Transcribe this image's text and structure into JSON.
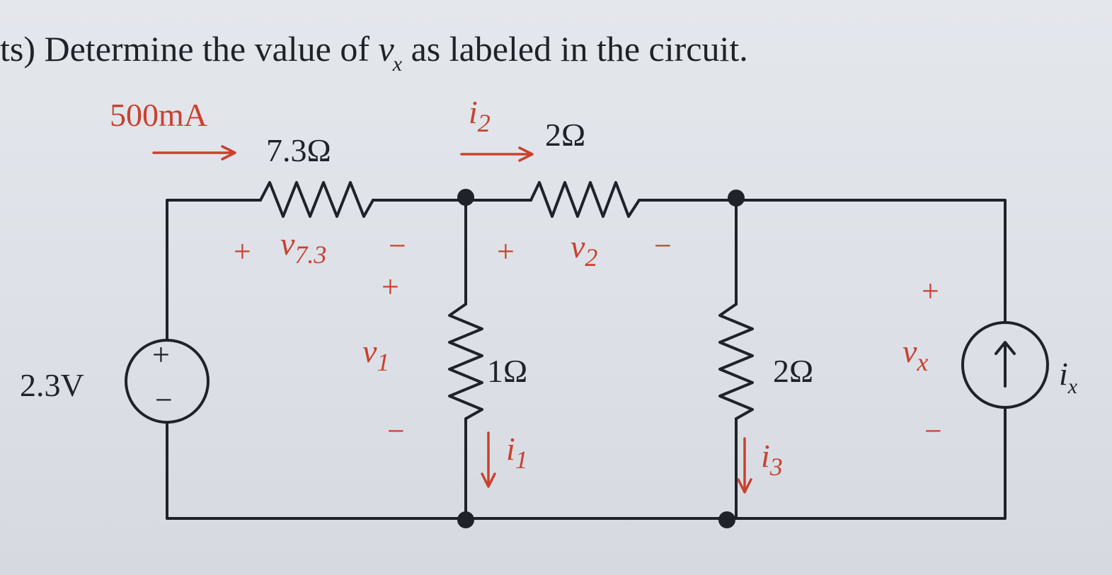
{
  "question": {
    "prefix": "ts) Determine the value of ",
    "variable": "v",
    "variable_sub": "x",
    "suffix": " as labeled in the circuit."
  },
  "labels": {
    "source_current": "500mA",
    "r1_value": "7.3Ω",
    "r2_value": "2Ω",
    "r3_value": "1Ω",
    "r4_value": "2Ω",
    "vsource_value": "2.3V",
    "i2": "i",
    "i2_sub": "2",
    "i1": "i",
    "i1_sub": "1",
    "i3": "i",
    "i3_sub": "3",
    "v73": "v",
    "v73_sub": "7.3",
    "v2": "v",
    "v2_sub": "2",
    "v1": "v",
    "v1_sub": "1",
    "vx": "v",
    "vx_sub": "x",
    "ix": "i",
    "ix_sub": "x",
    "plus": "+",
    "minus": "−"
  },
  "colors": {
    "wire": "#1f2228",
    "annotation": "#c9412f",
    "text": "#1f2228"
  }
}
